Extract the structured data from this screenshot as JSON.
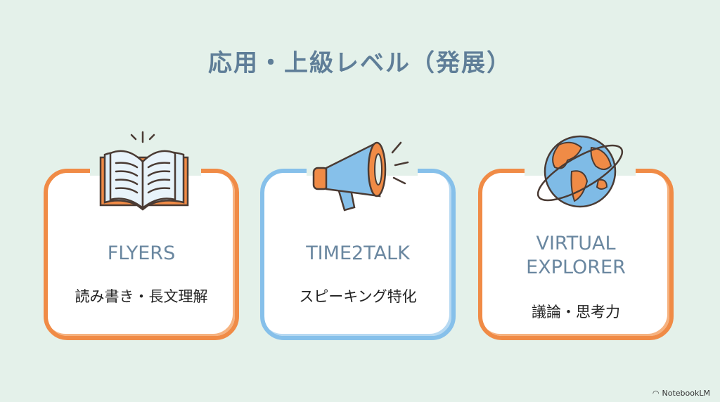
{
  "title": "応用・上級レベル（発展）",
  "cards": [
    {
      "name": "FLYERS",
      "desc": "読み書き・長文理解",
      "icon": "open-book-icon",
      "color": "#f08b46"
    },
    {
      "name": "TIME2TALK",
      "desc": "スピーキング特化",
      "icon": "megaphone-icon",
      "color": "#86c0ea"
    },
    {
      "name": "VIRTUAL\nEXPLORER",
      "name_line1": "VIRTUAL",
      "name_line2": "EXPLORER",
      "desc": "議論・思考力",
      "icon": "globe-icon",
      "color": "#f08b46"
    }
  ],
  "footer": {
    "brand": "NotebookLM"
  }
}
